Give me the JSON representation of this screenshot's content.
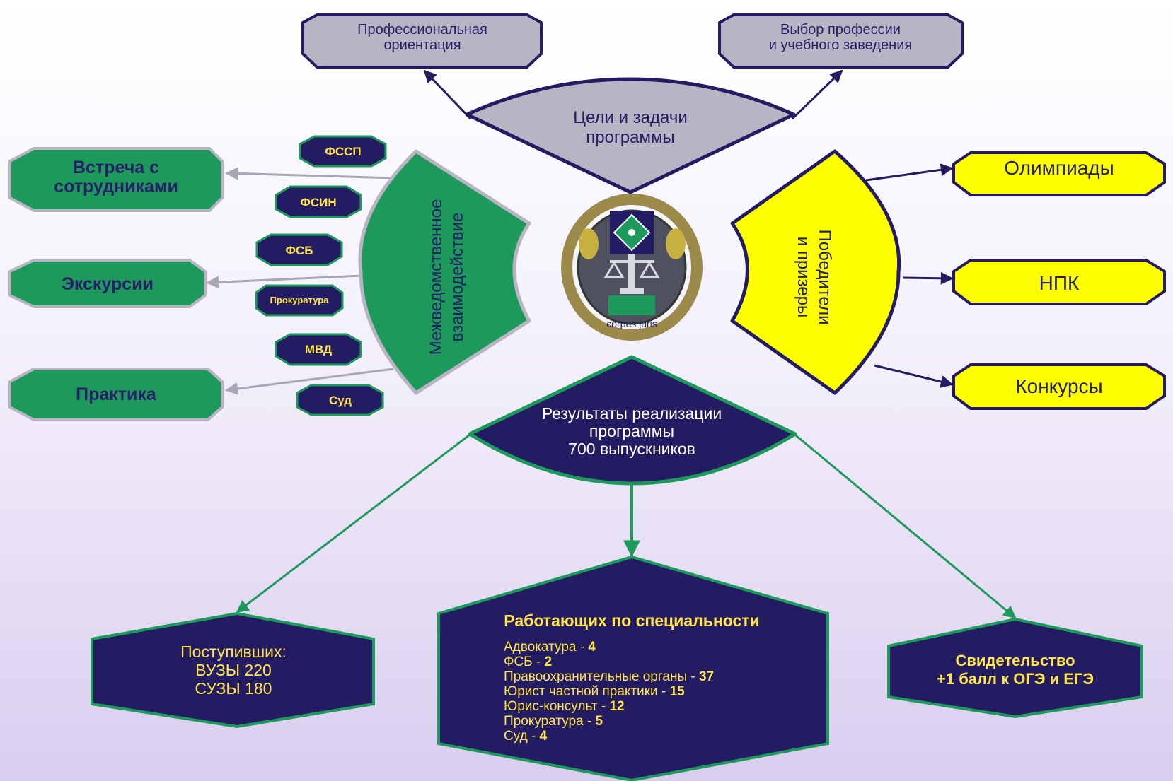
{
  "top": {
    "goals": {
      "line1": "Цели и задачи",
      "line2": "программы"
    },
    "orientation": {
      "line1": "Профессиональная",
      "line2": "ориентация"
    },
    "choice": {
      "line1": "Выбор профессии",
      "line2": "и учебного заведения"
    }
  },
  "left": {
    "interagency": {
      "line1": "Межведомственное",
      "line2": "взаимодействие"
    },
    "boxes": {
      "meeting1": "Встреча с",
      "meeting2": "сотрудниками",
      "excursions": "Экскурсии",
      "practice": "Практика"
    },
    "agencies": {
      "fssp": "ФССП",
      "fsin": "ФСИН",
      "fsb": "ФСБ",
      "prosecutor": "Прокуратура",
      "mvd": "МВД",
      "court": "Суд"
    }
  },
  "right": {
    "winners": {
      "line1": "Победители",
      "line2": "и призеры"
    },
    "olympiads": "Олимпиады",
    "npk": "НПК",
    "contests": "Конкурсы"
  },
  "logo": {
    "motto": "corpus juris"
  },
  "results": {
    "line1": "Результаты реализации",
    "line2": "программы",
    "line3": "700 выпускников"
  },
  "admitted": {
    "title": "Поступивших:",
    "line2": "ВУЗЫ 220",
    "line3": "СУЗЫ 180"
  },
  "working": {
    "title": "Работающих по специальности",
    "items": [
      {
        "label": "Адвокатура - ",
        "value": "4"
      },
      {
        "label": "ФСБ - ",
        "value": "2"
      },
      {
        "label": "Правоохранительные органы - ",
        "value": "37"
      },
      {
        "label": "Юрист частной практики - ",
        "value": "15"
      },
      {
        "label": "Юрис-консульт - ",
        "value": "12"
      },
      {
        "label": "Прокуратура - ",
        "value": "5"
      },
      {
        "label": "Суд - ",
        "value": "4"
      }
    ]
  },
  "certificate": {
    "line1": "Свидетельство",
    "line2": "+1 балл к ОГЭ и ЕГЭ"
  },
  "colors": {
    "green": "#1d9a5b",
    "navy": "#231c63",
    "gray": "#b8b4c4",
    "yellow": "#ffff00",
    "gold": "#ffe44a"
  }
}
